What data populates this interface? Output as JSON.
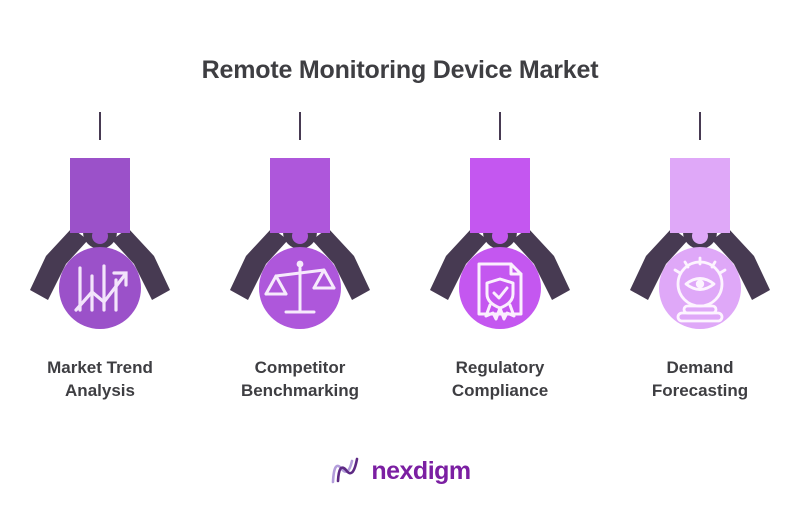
{
  "title": "Remote Monitoring Device Market",
  "colors": {
    "background": "#ffffff",
    "title_text": "#3e3e42",
    "label_text": "#3e3e42",
    "arm_dark": "#473a52",
    "cable": "#473a52",
    "logo_purple": "#7b1fa2",
    "logo_mark_light": "#b39ddb"
  },
  "columns": [
    {
      "label_line1": "Market Trend",
      "label_line2": "Analysis",
      "icon": "bar-chart-trend-up-icon",
      "color": "#9b51c9",
      "icon_stroke": "#f2e4fb"
    },
    {
      "label_line1": "Competitor",
      "label_line2": "Benchmarking",
      "icon": "balance-scales-icon",
      "color": "#ae57db",
      "icon_stroke": "#f6eafc"
    },
    {
      "label_line1": "Regulatory",
      "label_line2": "Compliance",
      "icon": "certificate-document-shield-icon",
      "color": "#c457f0",
      "icon_stroke": "#fbeffe"
    },
    {
      "label_line1": "Demand",
      "label_line2": "Forecasting",
      "icon": "crystal-ball-eye-icon",
      "color": "#dfa8f8",
      "icon_stroke": "#fdf4ff"
    }
  ],
  "footer": {
    "brand_name": "nexdigm",
    "brand_mark": "stylized-n-logo-icon"
  }
}
